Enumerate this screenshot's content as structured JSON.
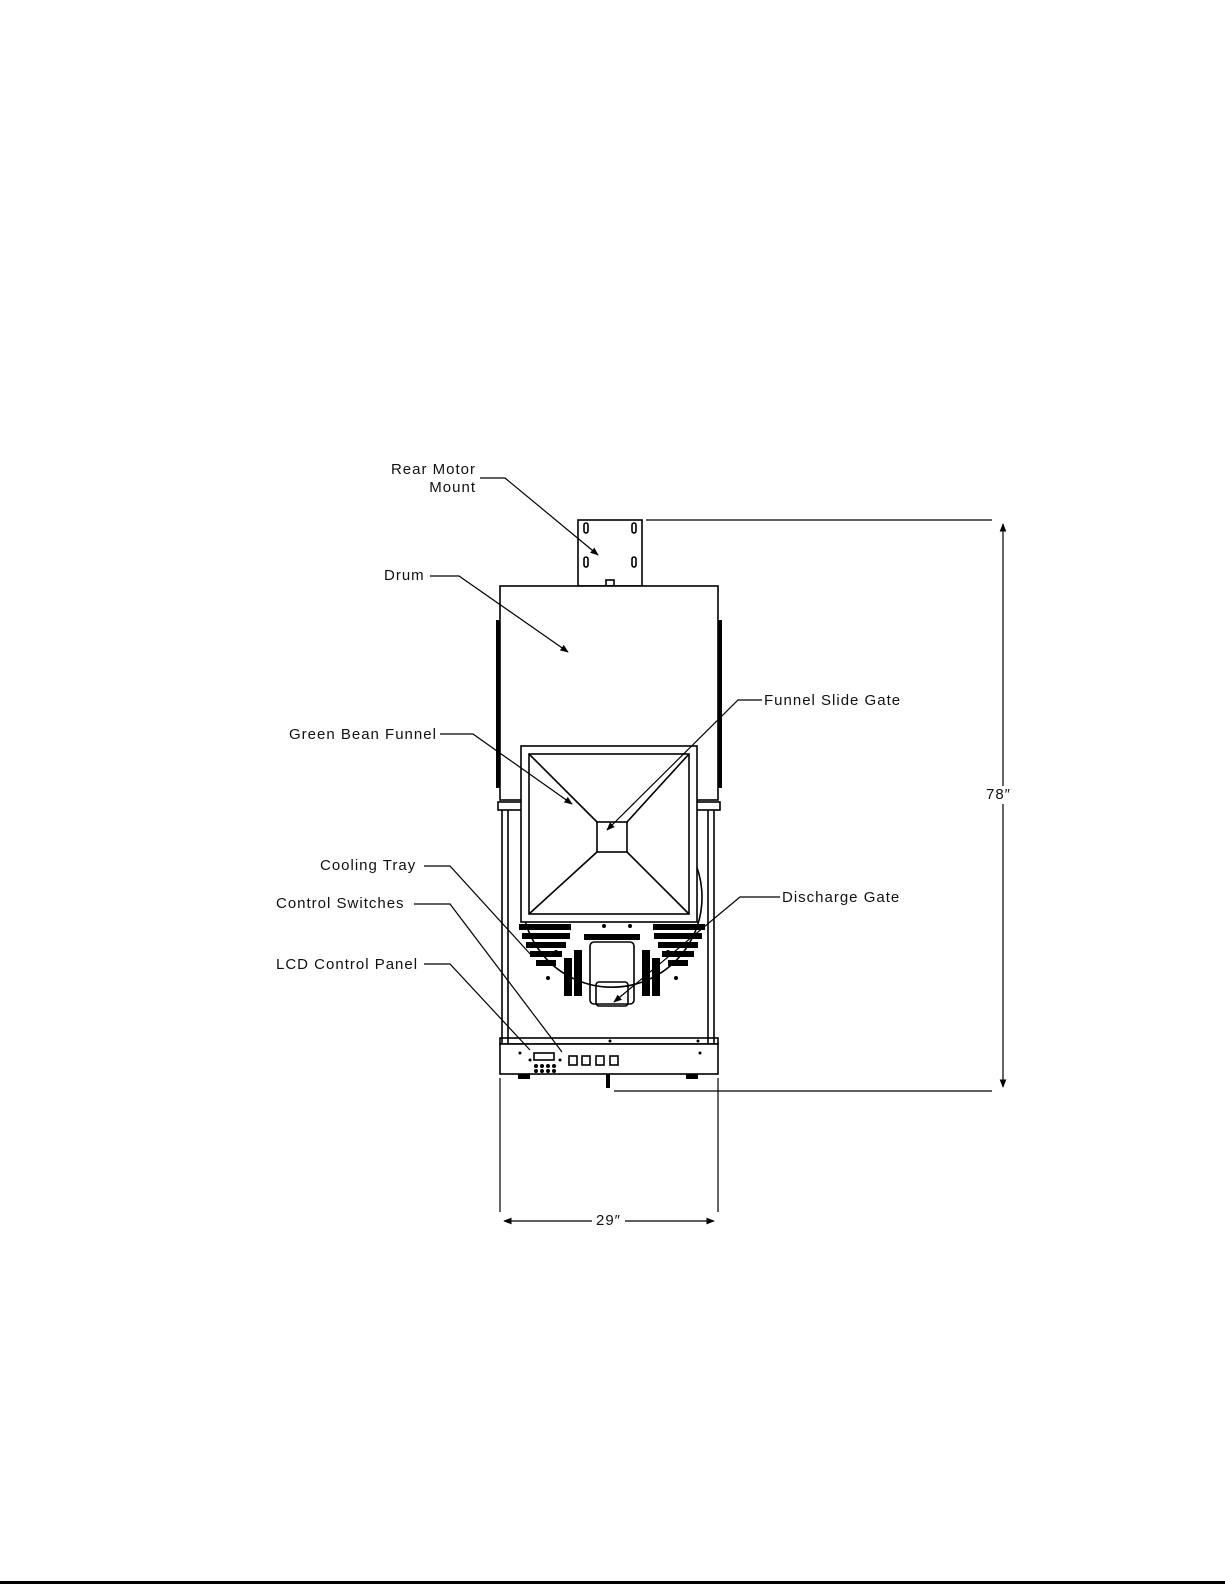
{
  "labels": {
    "rear_motor_mount_line1": "Rear Motor",
    "rear_motor_mount_line2": "Mount",
    "drum": "Drum",
    "funnel_slide_gate": "Funnel Slide Gate",
    "green_bean_funnel": "Green Bean Funnel",
    "cooling_tray": "Cooling Tray",
    "discharge_gate": "Discharge Gate",
    "control_switches": "Control Switches",
    "lcd_control_panel": "LCD Control Panel"
  },
  "dimensions": {
    "height": "78″",
    "width": "29″"
  },
  "colors": {
    "ink": "#000000",
    "paper": "#ffffff"
  }
}
